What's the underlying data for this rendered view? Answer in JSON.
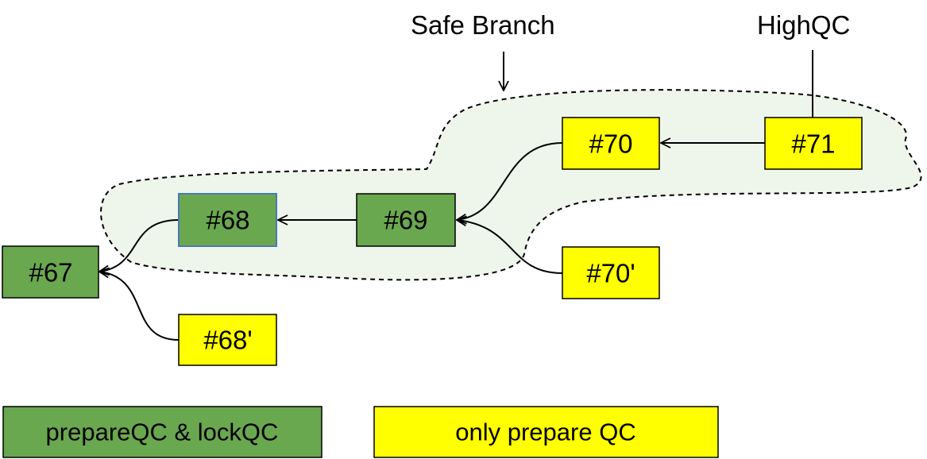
{
  "labels": {
    "safe_branch": "Safe Branch",
    "high_qc": "HighQC"
  },
  "blocks": {
    "b67": {
      "text": "#67",
      "kind": "green"
    },
    "b68": {
      "text": "#68",
      "kind": "green"
    },
    "b69": {
      "text": "#69",
      "kind": "green"
    },
    "b70": {
      "text": "#70",
      "kind": "yellow"
    },
    "b71": {
      "text": "#71",
      "kind": "yellow"
    },
    "b68p": {
      "text": "#68'",
      "kind": "yellow"
    },
    "b70p": {
      "text": "#70'",
      "kind": "yellow"
    }
  },
  "legend": {
    "green": "prepareQC & lockQC",
    "yellow": "only prepare QC"
  },
  "colors": {
    "green": "#6aa84f",
    "yellow": "#ffff00",
    "region": "#eef5ea",
    "edge": "#000000"
  }
}
